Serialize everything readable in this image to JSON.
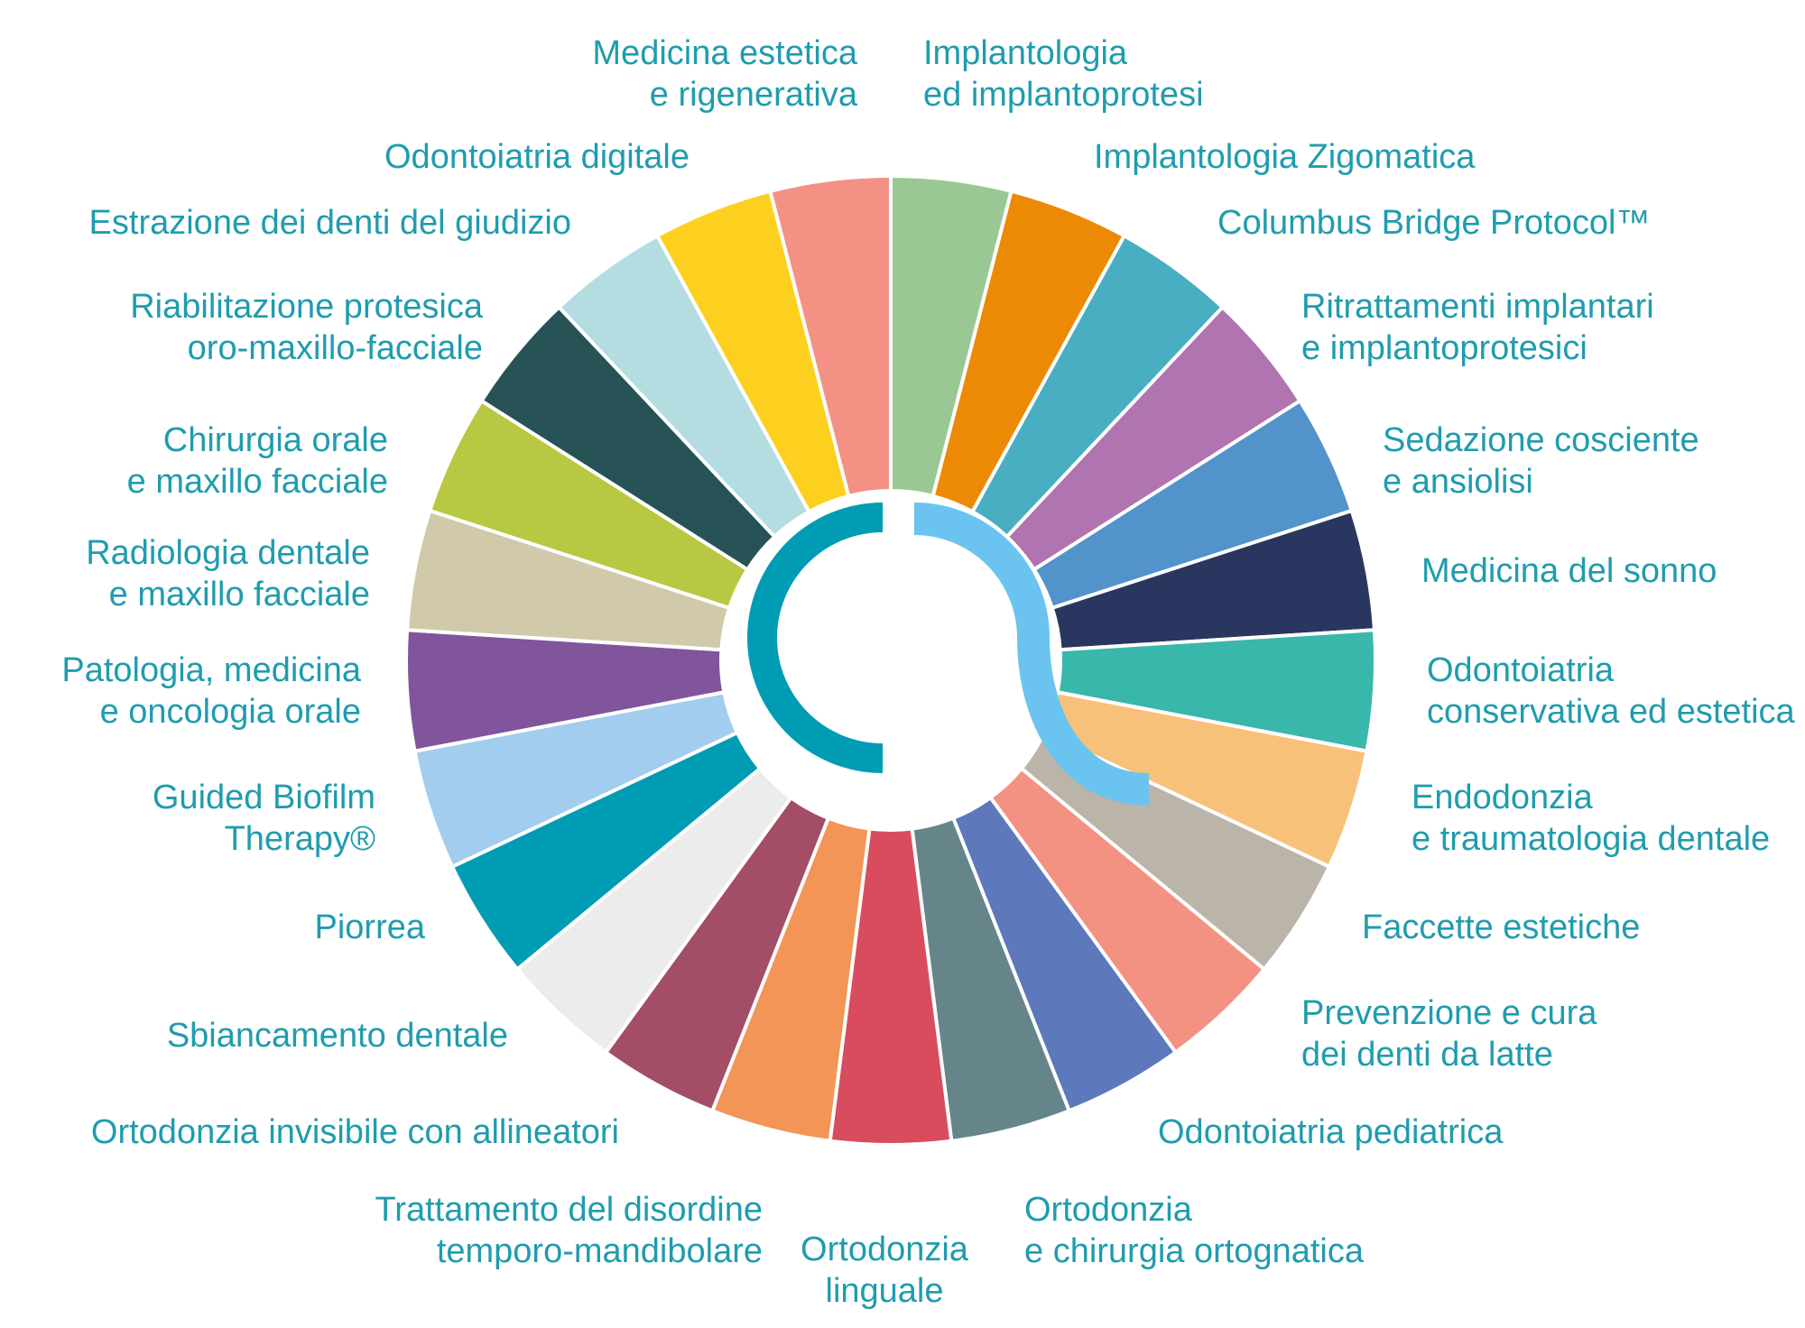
{
  "segments": [
    {
      "color": "#9ac894",
      "lines": [
        "Implantologia",
        "ed implantoprotesi"
      ]
    },
    {
      "color": "#ec8a06",
      "lines": [
        "Implantologia Zigomatica"
      ]
    },
    {
      "color": "#4aaec2",
      "lines": [
        "Columbus Bridge Protocol™"
      ]
    },
    {
      "color": "#b074b0",
      "lines": [
        "Ritrattamenti implantari",
        "e implantoprotesici"
      ]
    },
    {
      "color": "#5293cb",
      "lines": [
        "Sedazione cosciente",
        "e ansiolisi"
      ]
    },
    {
      "color": "#293760",
      "lines": [
        "Medicina del sonno"
      ]
    },
    {
      "color": "#3ab7ab",
      "lines": [
        "Odontoiatria",
        "conservativa ed estetica"
      ]
    },
    {
      "color": "#f8c17a",
      "lines": [
        "Endodonzia",
        "e traumatologia dentale"
      ]
    },
    {
      "color": "#bbb4a8",
      "lines": [
        "Faccette estetiche"
      ]
    },
    {
      "color": "#f39183",
      "lines": [
        "Prevenzione e cura",
        "dei denti da latte"
      ]
    },
    {
      "color": "#5d78bb",
      "lines": [
        "Odontoiatria pediatrica"
      ]
    },
    {
      "color": "#66858a",
      "lines": [
        "Ortodonzia",
        "e chirurgia ortognatica"
      ]
    },
    {
      "color": "#d94c5e",
      "lines": [
        "Ortodonzia",
        "linguale"
      ]
    },
    {
      "color": "#f29556",
      "lines": [
        "Trattamento del disordine",
        "temporo-mandibolare"
      ]
    },
    {
      "color": "#a34e66",
      "lines": [
        "Ortodonzia invisibile con allineatori"
      ]
    },
    {
      "color": "#ececec",
      "lines": [
        "Sbiancamento dentale"
      ]
    },
    {
      "color": "#009cb4",
      "lines": [
        "Piorrea"
      ]
    },
    {
      "color": "#a3cdef",
      "lines": [
        "Guided Biofilm",
        "Therapy®"
      ]
    },
    {
      "color": "#80559c",
      "lines": [
        "Patologia, medicina",
        "e oncologia orale"
      ]
    },
    {
      "color": "#d0c9aa",
      "lines": [
        "Radiologia dentale",
        "e maxillo facciale"
      ]
    },
    {
      "color": "#b8c842",
      "lines": [
        "Chirurgia orale",
        "e maxillo facciale"
      ]
    },
    {
      "color": "#275356",
      "lines": [
        "Riabilitazione protesica",
        "oro-maxillo-facciale"
      ]
    },
    {
      "color": "#b3dde0",
      "lines": [
        "Estrazione dei denti del giudizio"
      ]
    },
    {
      "color": "#fdd020",
      "lines": [
        "Odontoiatria digitale"
      ]
    },
    {
      "color": "#f49185",
      "lines": [
        "Medicina estetica",
        "e rigenerativa"
      ]
    }
  ],
  "logo": {
    "left_color": "#009cb4",
    "right_color": "#6bc4ef"
  },
  "label_color": "#1f9cae"
}
